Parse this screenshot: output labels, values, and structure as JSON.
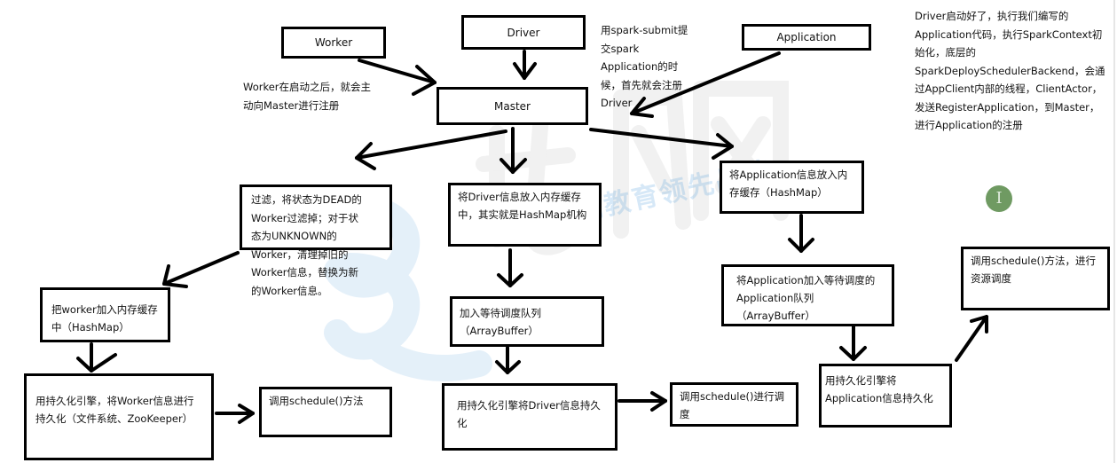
{
  "diagram": {
    "nodes": {
      "worker": "Worker",
      "driver": "Driver",
      "application": "Application",
      "master": "Master",
      "filter_workers": "过滤，将状态为DEAD的Worker过滤掉；对于状态为UNKNOWN的Worker，清理掉旧的Worker信息，替换为新的Worker信息。",
      "driver_to_hashmap": "将Driver信息放入内存缓存中，其实就是HashMap机构",
      "app_to_hashmap": "将Application信息放入内存缓存（HashMap）",
      "worker_to_hashmap": "把worker加入内存缓存中（HashMap）",
      "driver_wait_queue": "加入等待调度队列（ArrayBuffer）",
      "app_wait_queue": "将Application加入等待调度的Application队列（ArrayBuffer）",
      "worker_persist": "用持久化引擎，将Worker信息进行持久化（文件系统、ZooKeeper）",
      "worker_schedule": "调用schedule()方法",
      "driver_persist": "用持久化引擎将Driver信息持久化",
      "driver_schedule": "调用schedule()进行调度",
      "app_persist": "用持久化引擎将Application信息持久化",
      "app_schedule": "调用schedule()方法，进行资源调度"
    },
    "notes": {
      "worker_note": "Worker在启动之后，就会主动向Master进行注册",
      "driver_note": "用spark-submit提交spark Application的时候，首先就会注册Driver",
      "app_note": "Driver启动好了，执行我们编写的Application代码，执行SparkContext初始化，底层的SparkDeploySchedulerBackend，会通过AppClient内部的线程，ClientActor，发送RegisterApplication，到Master，进行Application的注册"
    },
    "watermark_text": "互联网教育领先品牌",
    "cursor_glyph": "I",
    "colors": {
      "border": "#000000",
      "watermark_blue": "#3a8fd8",
      "watermark_orange": "#f08a2c",
      "cursor_bg": "#6f9a62"
    }
  }
}
